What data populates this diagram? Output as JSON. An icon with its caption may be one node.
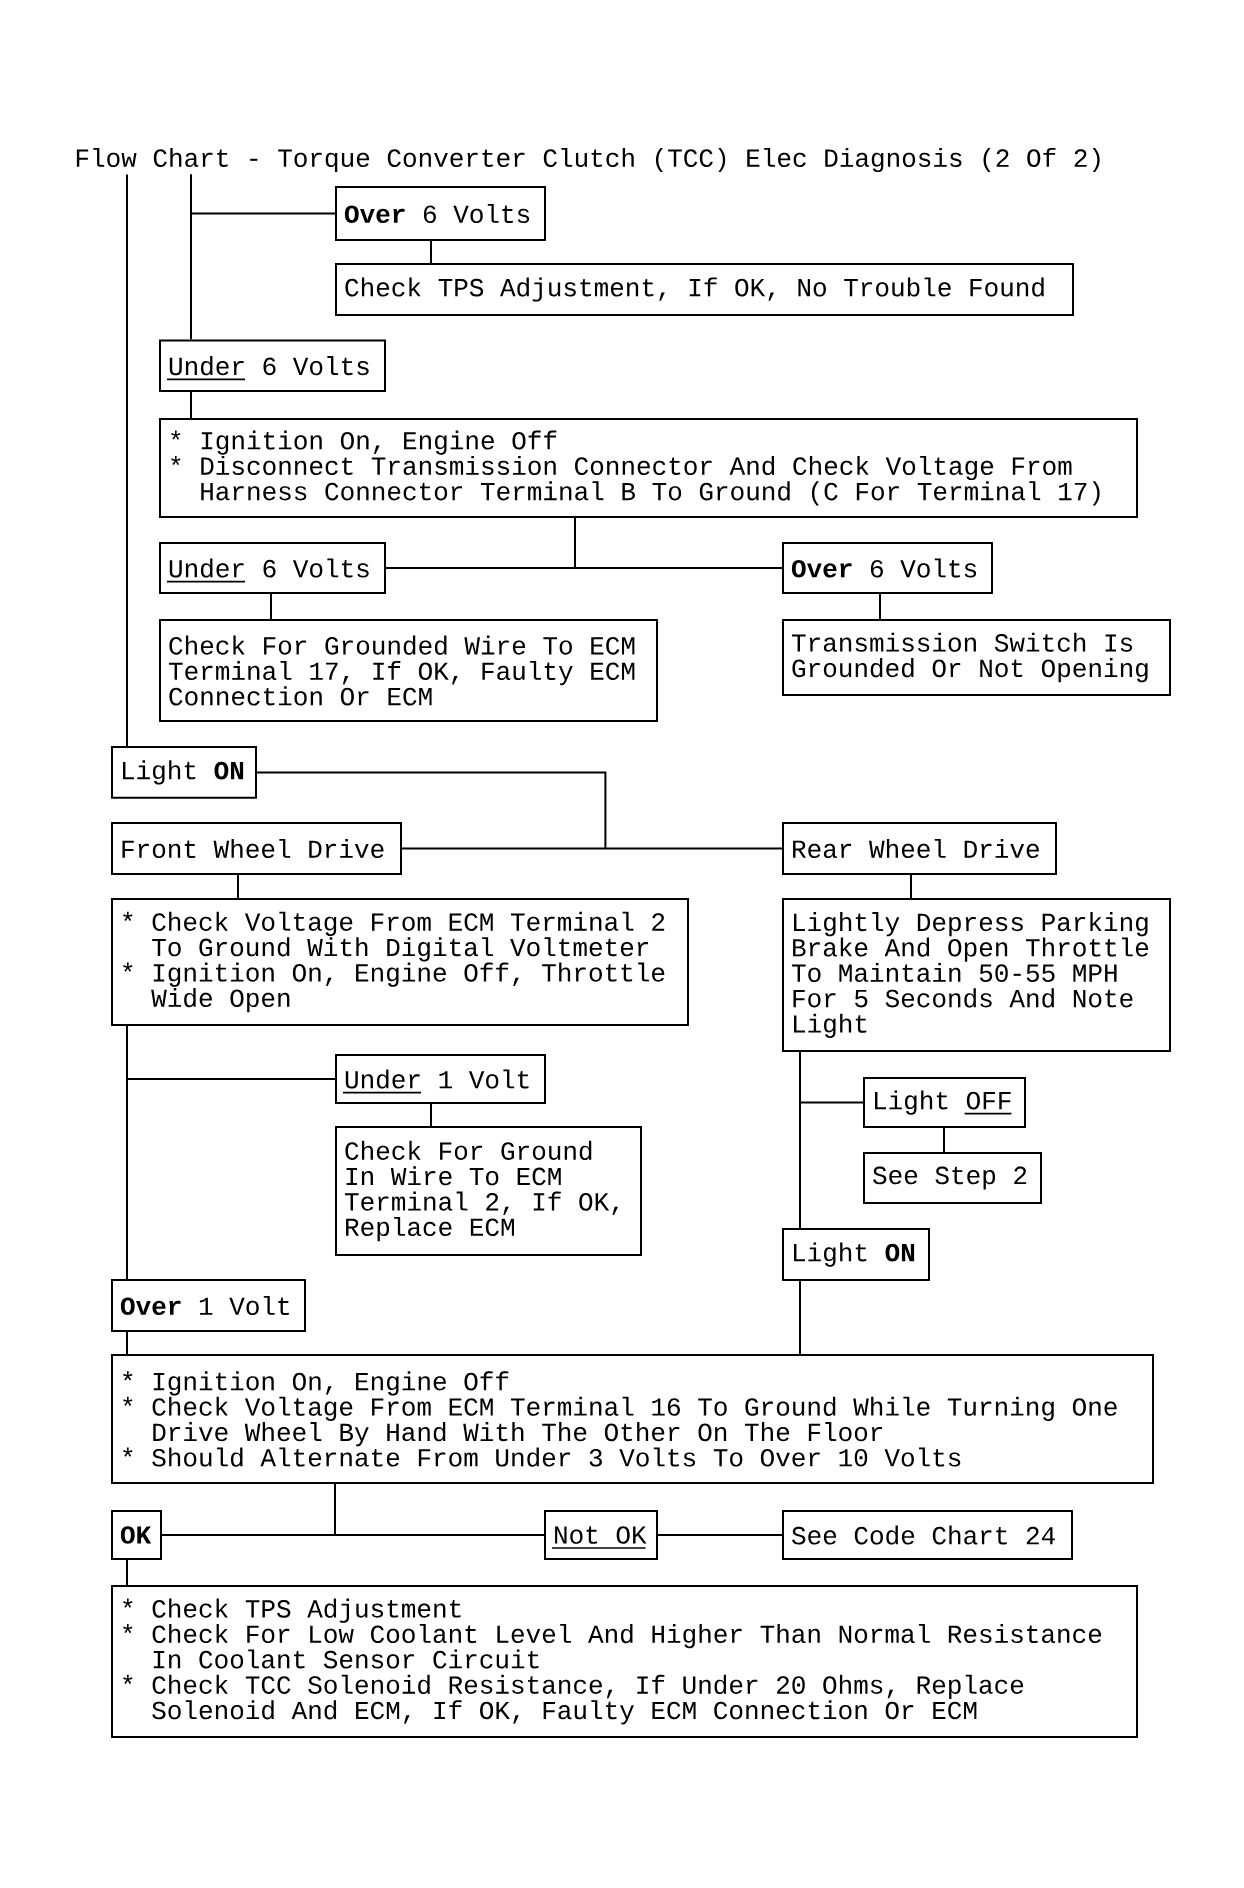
{
  "diagram": {
    "nodes": [
      {
        "text": [
          "Flow Chart - Torque Converter Clutch (TCC) Elec Diagnosis (2 Of 2)"
        ]
      },
      {
        "text": [
          "**Over** 6 Volts"
        ]
      },
      {
        "text": [
          "Check TPS Adjustment, If OK, No Trouble Found"
        ]
      },
      {
        "text": [
          "Under 6 Volts"
        ]
      },
      {
        "text": [
          "* Ignition On, Engine Off",
          "* Disconnect Transmission Connector And Check Voltage From Harness Connector Terminal B To Ground (C For Terminal 17)"
        ]
      },
      {
        "text": [
          "Under 6 Volts"
        ]
      },
      {
        "text": [
          "**Over** 6 Volts"
        ]
      },
      {
        "text": [
          "Check For Grounded Wire To ECM Terminal 17, If OK, Faulty ECM Connection Or ECM"
        ]
      },
      {
        "text": [
          "Transmission Switch Is Grounded Or Not Opening"
        ]
      },
      {
        "text": [
          "Light **ON**"
        ]
      },
      {
        "text": [
          "Front Wheel Drive"
        ]
      },
      {
        "text": [
          "Rear Wheel Drive"
        ]
      },
      {
        "text": [
          "* Check Voltage From ECM Terminal 2 To Ground With Digital Voltmeter",
          "* Ignition On, Engine Off, Throttle Wide Open"
        ]
      },
      {
        "text": [
          "Lightly Depress Parking Brake And Open Throttle To Maintain 50-55 MPH For 5 Seconds And Note Light"
        ]
      },
      {
        "text": [
          "Under 1 Volt"
        ]
      },
      {
        "text": [
          "Check For Ground In Wire To ECM Terminal 2, If OK, Replace ECM"
        ]
      },
      {
        "text": [
          "Light OFF"
        ]
      },
      {
        "text": [
          "See Step 2"
        ]
      },
      {
        "text": [
          "Light **ON**"
        ]
      },
      {
        "text": [
          "**Over** 1 Volt"
        ]
      },
      {
        "text": [
          "* Ignition On, Engine Off",
          "* Check Voltage From ECM Terminal 16 To Ground While Turning One Drive Wheel By Hand With The Other On The Floor",
          "* Should Alternate From Under 3 Volts To Over 10 Volts"
        ]
      },
      {
        "text": [
          "OK"
        ]
      },
      {
        "text": [
          "Not OK"
        ]
      },
      {
        "text": [
          "See Code Chart 24"
        ]
      },
      {
        "text": [
          "* Check TPS Adjustment",
          "* Check For Low Coolant Level And Higher Than Normal Resistance In Coolant Sensor Circuit",
          "* Check TCC Solenoid Resistance, If Under 20 Ohms, Replace Solenoid And ECM, If OK, Faulty ECM Connection Or ECM"
        ]
      }
    ],
    "edges": [
      {
        "from": 0,
        "to": 1,
        "arrow": "none"
      },
      {
        "from": 0,
        "to": 3,
        "arrow": "none"
      },
      {
        "from": 1,
        "to": 2,
        "arrow": "none"
      },
      {
        "from": 3,
        "to": 4,
        "arrow": "none"
      },
      {
        "from": 4,
        "to": 5,
        "arrow": "none"
      },
      {
        "from": 4,
        "to": 6,
        "arrow": "none"
      },
      {
        "from": 5,
        "to": 7,
        "arrow": "none"
      },
      {
        "from": 6,
        "to": 8,
        "arrow": "none"
      },
      {
        "from": 0,
        "to": 9,
        "arrow": "none"
      },
      {
        "from": 9,
        "to": 10,
        "arrow": "none"
      },
      {
        "from": 9,
        "to": 11,
        "arrow": "none"
      },
      {
        "from": 10,
        "to": 12,
        "arrow": "none"
      },
      {
        "from": 11,
        "to": 13,
        "arrow": "none"
      },
      {
        "from": 12,
        "to": 14,
        "arrow": "none"
      },
      {
        "from": 12,
        "to": 19,
        "arrow": "none"
      },
      {
        "from": 14,
        "to": 15,
        "arrow": "none"
      },
      {
        "from": 13,
        "to": 16,
        "arrow": "none"
      },
      {
        "from": 13,
        "to": 18,
        "arrow": "none"
      },
      {
        "from": 16,
        "to": 17,
        "arrow": "none"
      },
      {
        "from": 18,
        "to": 20,
        "arrow": "none"
      },
      {
        "from": 19,
        "to": 20,
        "arrow": "none"
      },
      {
        "from": 20,
        "to": 21,
        "arrow": "none"
      },
      {
        "from": 20,
        "to": 22,
        "arrow": "none"
      },
      {
        "from": 22,
        "to": 23,
        "arrow": "none"
      },
      {
        "from": 21,
        "to": 24,
        "arrow": "none"
      }
    ]
  }
}
